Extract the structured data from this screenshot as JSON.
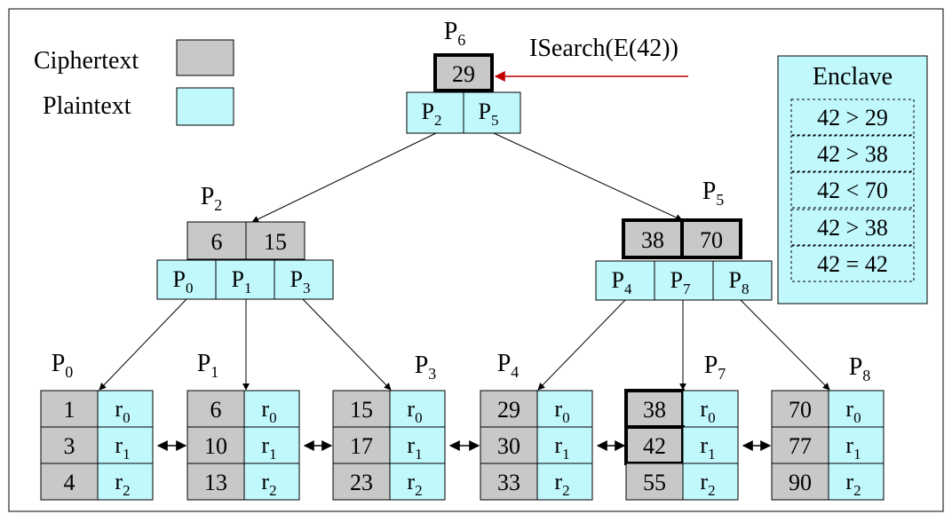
{
  "query": {
    "text": "ISearch(E(42))",
    "color": "#c00000"
  },
  "legend": {
    "ciphertext": {
      "label": "Ciphertext",
      "color": "#c8c8c8"
    },
    "plaintext": {
      "label": "Plaintext",
      "color": "#c0f8fc"
    }
  },
  "enclave": {
    "title": "Enclave",
    "comparisons": [
      "42 > 29",
      "42 > 38",
      "42 < 70",
      "42 > 38",
      "42 = 42"
    ]
  },
  "internal_nodes": [
    {
      "id": "P6",
      "label": {
        "base": "P",
        "sub": "6"
      },
      "keys": [
        {
          "value": "29",
          "highlight": true
        }
      ],
      "pointers": [
        {
          "base": "P",
          "sub": "2"
        },
        {
          "base": "P",
          "sub": "5"
        }
      ]
    },
    {
      "id": "P2",
      "label": {
        "base": "P",
        "sub": "2"
      },
      "keys": [
        {
          "value": "6",
          "highlight": false
        },
        {
          "value": "15",
          "highlight": false
        }
      ],
      "pointers": [
        {
          "base": "P",
          "sub": "0"
        },
        {
          "base": "P",
          "sub": "1"
        },
        {
          "base": "P",
          "sub": "3"
        }
      ]
    },
    {
      "id": "P5",
      "label": {
        "base": "P",
        "sub": "5"
      },
      "keys": [
        {
          "value": "38",
          "highlight": true
        },
        {
          "value": "70",
          "highlight": true
        }
      ],
      "pointers": [
        {
          "base": "P",
          "sub": "4"
        },
        {
          "base": "P",
          "sub": "7"
        },
        {
          "base": "P",
          "sub": "8"
        }
      ]
    }
  ],
  "leaf_nodes": [
    {
      "id": "P0",
      "label": {
        "base": "P",
        "sub": "0"
      },
      "rows": [
        {
          "key": "1",
          "rec": "0"
        },
        {
          "key": "3",
          "rec": "1"
        },
        {
          "key": "4",
          "rec": "2"
        }
      ]
    },
    {
      "id": "P1",
      "label": {
        "base": "P",
        "sub": "1"
      },
      "rows": [
        {
          "key": "6",
          "rec": "0"
        },
        {
          "key": "10",
          "rec": "1"
        },
        {
          "key": "13",
          "rec": "2"
        }
      ]
    },
    {
      "id": "P3",
      "label": {
        "base": "P",
        "sub": "3"
      },
      "rows": [
        {
          "key": "15",
          "rec": "0"
        },
        {
          "key": "17",
          "rec": "1"
        },
        {
          "key": "23",
          "rec": "2"
        }
      ]
    },
    {
      "id": "P4",
      "label": {
        "base": "P",
        "sub": "4"
      },
      "rows": [
        {
          "key": "29",
          "rec": "0"
        },
        {
          "key": "30",
          "rec": "1"
        },
        {
          "key": "33",
          "rec": "2"
        }
      ]
    },
    {
      "id": "P7",
      "label": {
        "base": "P",
        "sub": "7"
      },
      "rows": [
        {
          "key": "38",
          "rec": "0",
          "highlight": true
        },
        {
          "key": "42",
          "rec": "1",
          "highlight": true
        },
        {
          "key": "55",
          "rec": "2"
        }
      ]
    },
    {
      "id": "P8",
      "label": {
        "base": "P",
        "sub": "8"
      },
      "rows": [
        {
          "key": "70",
          "rec": "0"
        },
        {
          "key": "77",
          "rec": "1"
        },
        {
          "key": "90",
          "rec": "2"
        }
      ]
    }
  ],
  "record_symbol": "r"
}
